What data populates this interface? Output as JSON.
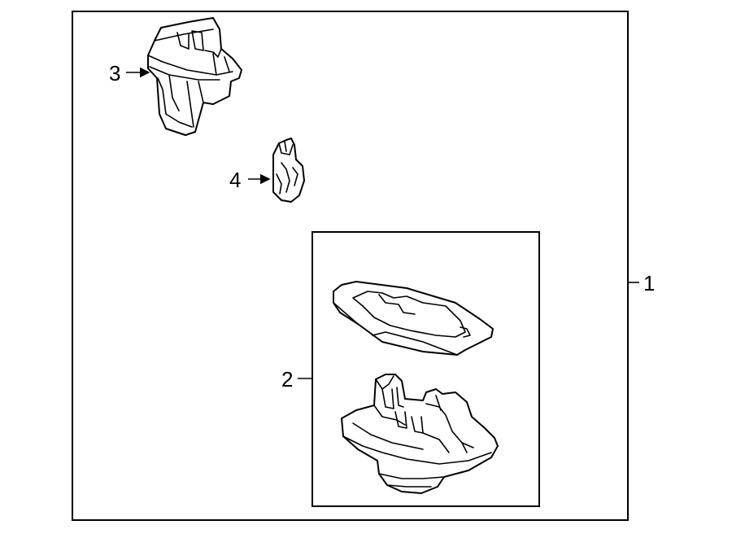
{
  "callouts": {
    "assembly": "1",
    "lens_housing": "2",
    "socket": "3",
    "bulb": "4"
  },
  "line_color": "#000000",
  "background": "#ffffff"
}
